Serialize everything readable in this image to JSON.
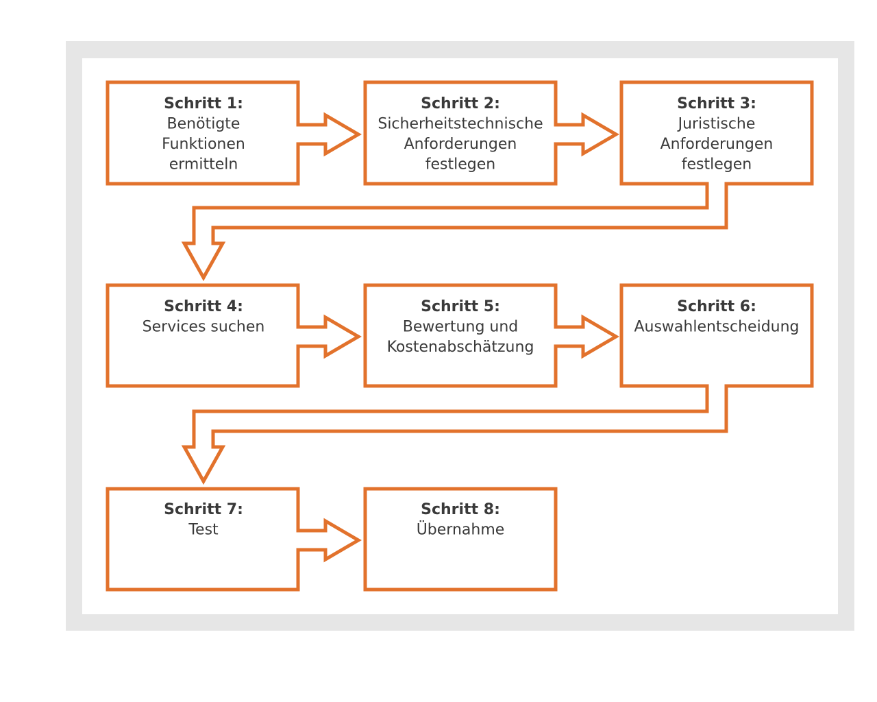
{
  "colors": {
    "accent": "#e2722c",
    "frame": "#e6e6e6",
    "panel": "#ffffff",
    "text": "#3a3a3a"
  },
  "steps": [
    {
      "title": "Schritt 1:",
      "lines": [
        "Benötigte",
        "Funktionen",
        "ermitteln"
      ]
    },
    {
      "title": "Schritt 2:",
      "lines": [
        "Sicherheitstechnische",
        "Anforderungen",
        "festlegen"
      ]
    },
    {
      "title": "Schritt 3:",
      "lines": [
        "Juristische",
        "Anforderungen",
        "festlegen"
      ]
    },
    {
      "title": "Schritt 4:",
      "lines": [
        "Services suchen"
      ]
    },
    {
      "title": "Schritt 5:",
      "lines": [
        "Bewertung und",
        "Kostenabschätzung"
      ]
    },
    {
      "title": "Schritt 6:",
      "lines": [
        "Auswahlentscheidung"
      ]
    },
    {
      "title": "Schritt 7:",
      "lines": [
        "Test"
      ]
    },
    {
      "title": "Schritt 8:",
      "lines": [
        "Übernahme"
      ]
    }
  ]
}
